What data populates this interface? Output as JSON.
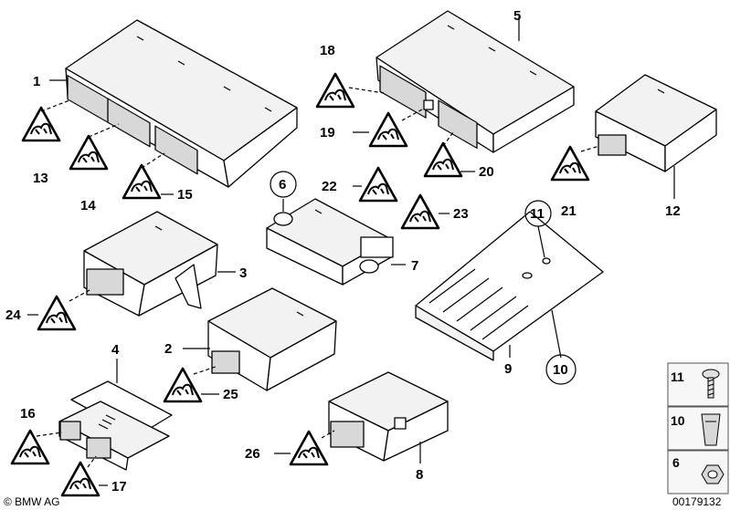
{
  "callouts": {
    "c1": "1",
    "c2": "2",
    "c3": "3",
    "c4": "4",
    "c5": "5",
    "c6": "6",
    "c7": "7",
    "c8": "8",
    "c9": "9",
    "c10": "10",
    "c11": "11",
    "c12": "12",
    "c13": "13",
    "c14": "14",
    "c15": "15",
    "c16": "16",
    "c17": "17",
    "c18": "18",
    "c19": "19",
    "c20": "20",
    "c21": "21",
    "c22": "22",
    "c23": "23",
    "c24": "24",
    "c25": "25",
    "c26": "26"
  },
  "legend": {
    "item_11": "11",
    "item_10": "10",
    "item_6": "6"
  },
  "footer": {
    "copyright": "© BMW AG",
    "diagram_number": "00179132"
  }
}
